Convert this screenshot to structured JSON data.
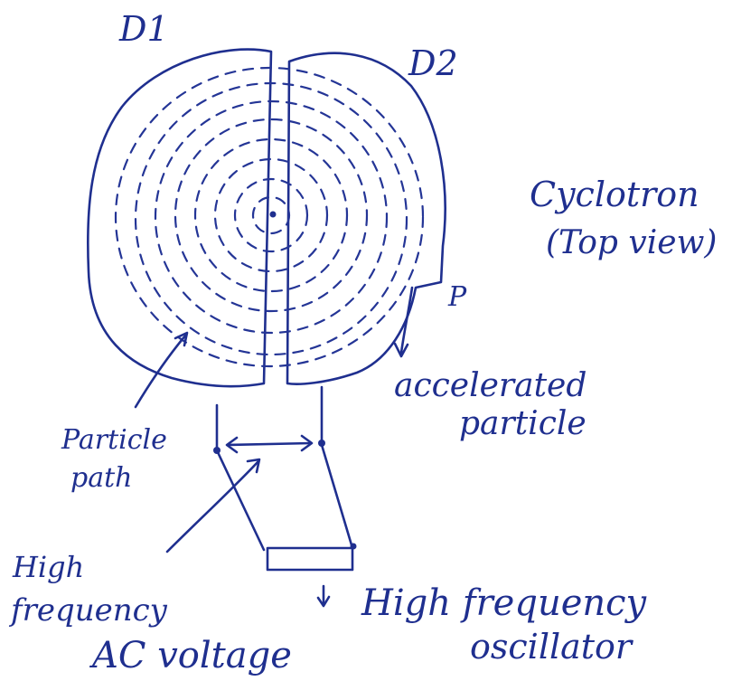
{
  "ink_color": "#1f2f8f",
  "labels": {
    "dee_left": "D1",
    "dee_right": "D2",
    "title_line1": "Cyclotron",
    "title_line2": "(Top view)",
    "point_p": "P",
    "accelerated_line1": "accelerated",
    "accelerated_line2": "particle",
    "particle_path_line1": "Particle",
    "particle_path_line2": "path",
    "hf_line1": "High",
    "hf_line2": "frequency",
    "ac_voltage": "AC voltage",
    "oscillator_line1": "High frequency",
    "oscillator_line2": "oscillator"
  }
}
